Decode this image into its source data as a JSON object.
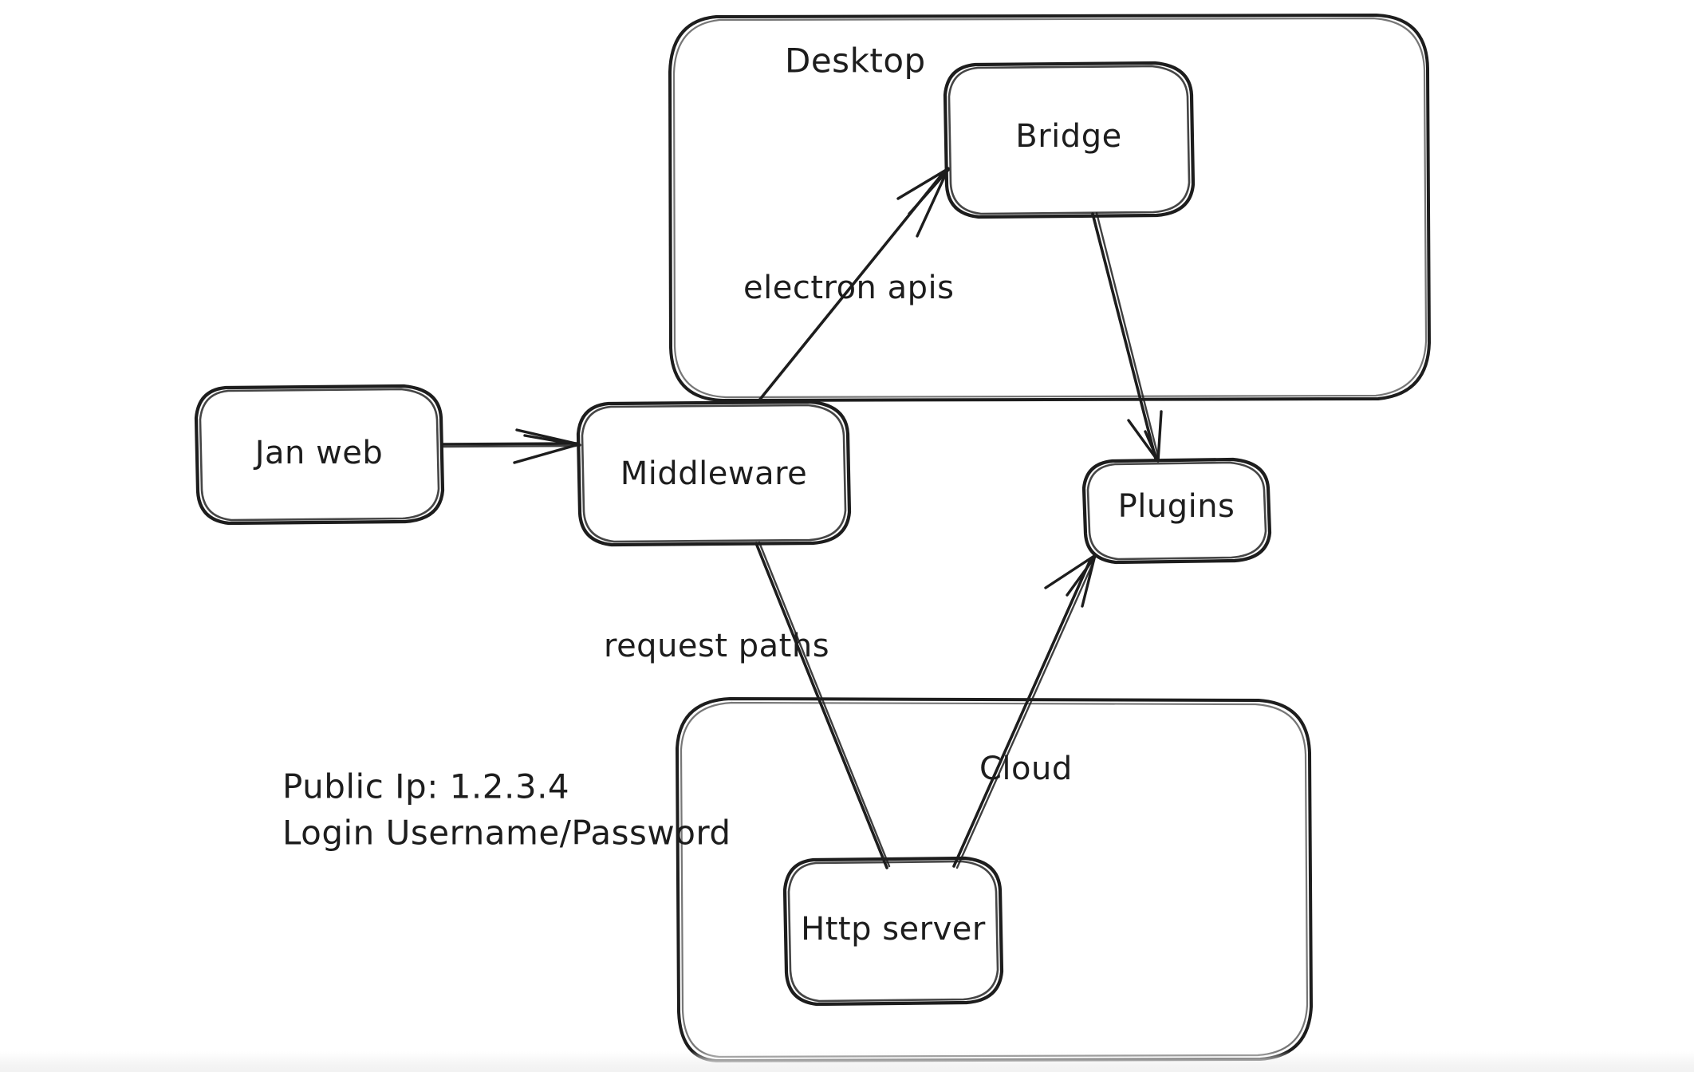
{
  "diagram": {
    "title_text": "Desktop",
    "groups": [
      {
        "id": "desktop",
        "label": "Desktop"
      },
      {
        "id": "cloud-boundary",
        "label": ""
      }
    ],
    "nodes": [
      {
        "id": "jan-web",
        "label": "Jan web"
      },
      {
        "id": "middleware",
        "label": "Middleware"
      },
      {
        "id": "bridge",
        "label": "Bridge"
      },
      {
        "id": "plugins",
        "label": "Plugins"
      },
      {
        "id": "http-server",
        "label": "Http server"
      }
    ],
    "edges": [
      {
        "id": "janweb-to-middleware",
        "label": ""
      },
      {
        "id": "middleware-to-bridge",
        "label": "electron apis"
      },
      {
        "id": "bridge-to-plugins",
        "label": ""
      },
      {
        "id": "middleware-to-http",
        "label": "request paths"
      },
      {
        "id": "http-to-plugins",
        "label": "Cloud"
      }
    ],
    "notes": {
      "public_ip_line": "Public Ip: 1.2.3.4",
      "login_line": "Login Username/Password"
    },
    "colors": {
      "ink": "#1d1d1d",
      "background": "#ffffff"
    }
  }
}
